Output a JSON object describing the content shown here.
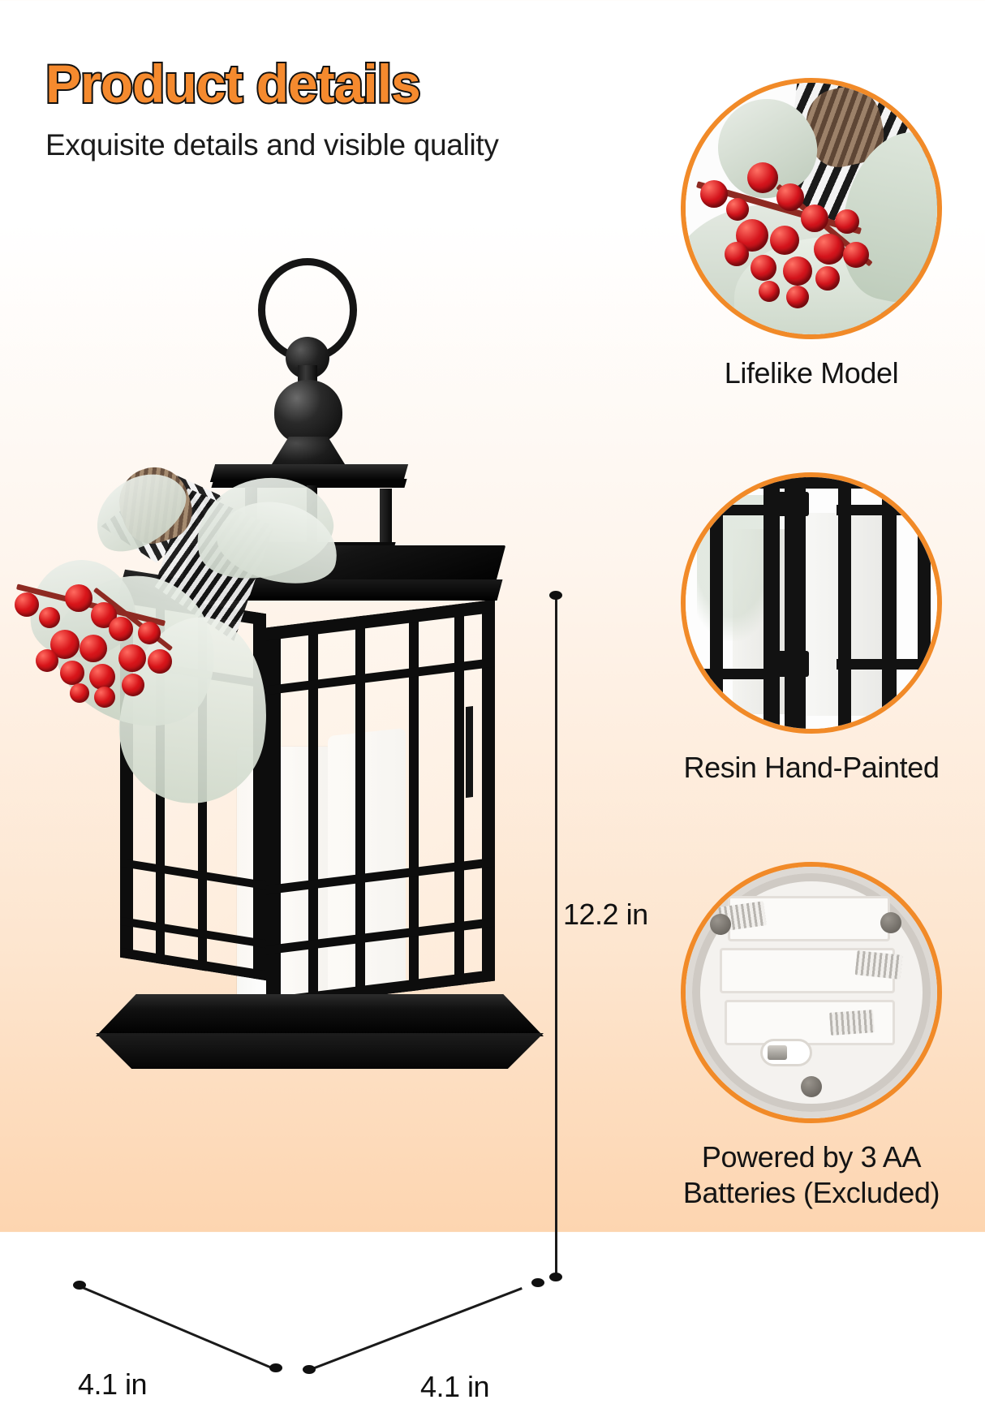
{
  "header": {
    "title": "Product details",
    "subtitle": "Exquisite details and visible quality"
  },
  "colors": {
    "accent_orange": "#F58A2E",
    "ring_orange": "#F18A28",
    "text_black": "#111111",
    "berry_red": "#D4141C",
    "background_top": "#FFFFFF",
    "background_bottom": "#FDD5B0"
  },
  "product": {
    "name": "Decorative Christmas lantern",
    "finish": "black metal",
    "candle": "white LED pillar candle",
    "decoration": "red berries, flocked pine, pinecone, black and white plaid ribbon"
  },
  "dimensions": {
    "height": "12.2 in",
    "width": "4.1 in",
    "depth": "4.1 in"
  },
  "callouts": [
    {
      "id": "lifelike-model",
      "caption": "Lifelike Model",
      "image_alt": "Close-up of red berries, flocked greenery and plaid ribbon"
    },
    {
      "id": "resin-hand-painted",
      "caption": "Resin Hand-Painted",
      "image_alt": "Close-up of black lantern frame with white candle inside"
    },
    {
      "id": "battery-power",
      "caption_line1": "Powered by 3 AA",
      "caption_line2": "Batteries (Excluded)",
      "image_alt": "Battery compartment holding three AA cells"
    }
  ]
}
